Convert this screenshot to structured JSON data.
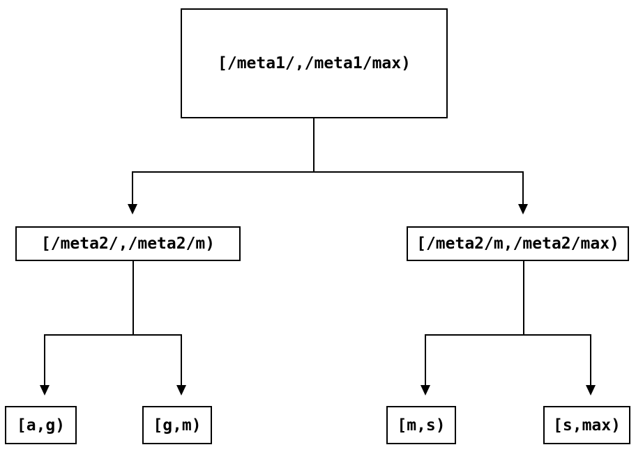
{
  "diagram": {
    "type": "tree",
    "nodes": {
      "root": {
        "label": "[/meta1/,/meta1/max)"
      },
      "mid_left": {
        "label": "[/meta2/,/meta2/m)"
      },
      "mid_right": {
        "label": "[/meta2/m,/meta2/max)"
      },
      "leaf_ag": {
        "label": "[a,g)"
      },
      "leaf_gm": {
        "label": "[g,m)"
      },
      "leaf_ms": {
        "label": "[m,s)"
      },
      "leaf_smax": {
        "label": "[s,max)"
      }
    },
    "edges": [
      {
        "from": "root",
        "to": "mid_left"
      },
      {
        "from": "root",
        "to": "mid_right"
      },
      {
        "from": "mid_left",
        "to": "leaf_ag"
      },
      {
        "from": "mid_left",
        "to": "leaf_gm"
      },
      {
        "from": "mid_right",
        "to": "leaf_ms"
      },
      {
        "from": "mid_right",
        "to": "leaf_smax"
      }
    ],
    "colors": {
      "line": "#000000",
      "node_border": "#000000",
      "node_fill": "#ffffff",
      "text": "#000000",
      "background": "#ffffff"
    }
  }
}
